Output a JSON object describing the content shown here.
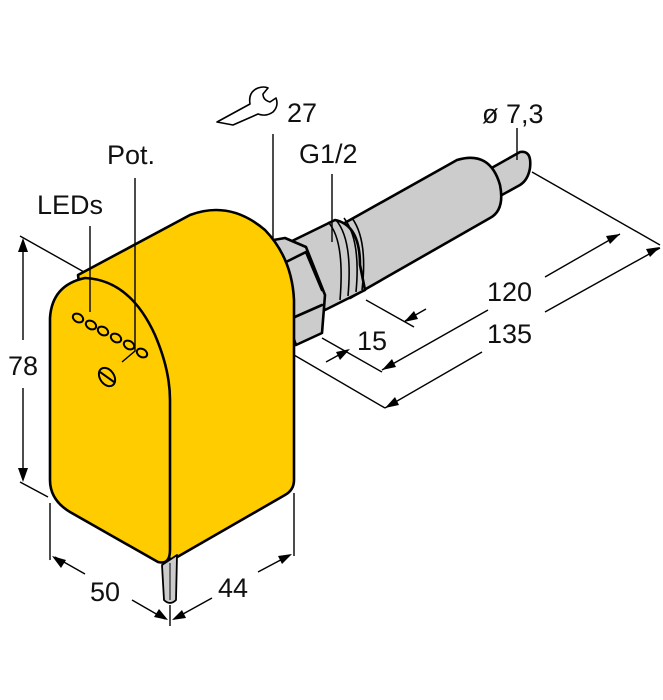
{
  "diagram": {
    "title": "Flow sensor dimension drawing",
    "colors": {
      "housing": "#FFCC00",
      "metal": "#CCCCCC",
      "outline": "#000000",
      "background": "#FFFFFF"
    },
    "labels": {
      "wrench_size": "27",
      "thread": "G1/2",
      "tip_diameter": "ø 7,3",
      "pot": "Pot.",
      "leds": "LEDs",
      "height": "78",
      "width": "50",
      "depth": "44",
      "thread_length": "15",
      "probe_length": "120",
      "total_length": "135"
    },
    "icons": {
      "wrench": "wrench-icon"
    },
    "led_count": 6
  }
}
